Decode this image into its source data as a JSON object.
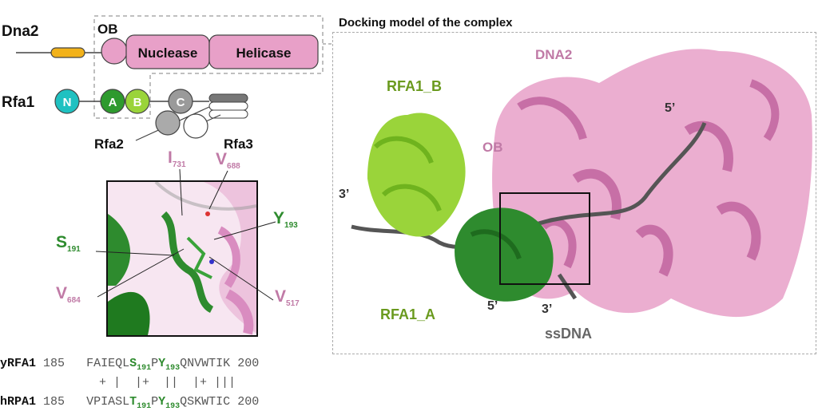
{
  "domain_title": "Docking model of the complex",
  "diagram": {
    "dna2_label": "Dna2",
    "ob_label": "OB",
    "nuclease_label": "Nuclease",
    "helicase_label": "Helicase",
    "rfa1_label": "Rfa1",
    "rfa1_domains": [
      "N",
      "A",
      "B",
      "C"
    ],
    "rfa2_label": "Rfa2",
    "rfa3_label": "Rfa3"
  },
  "inset": {
    "residues": [
      {
        "name": "I",
        "num": "731"
      },
      {
        "name": "V",
        "num": "688"
      },
      {
        "name": "Y",
        "num": "193"
      },
      {
        "name": "S",
        "num": "191"
      },
      {
        "name": "V",
        "num": "684"
      },
      {
        "name": "V",
        "num": "517"
      }
    ]
  },
  "structure": {
    "dna2_label": "DNA2",
    "rfa1b_label": "RFA1_B",
    "rfa1a_label": "RFA1_A",
    "ob_label": "OB",
    "ssdna_label": "ssDNA",
    "five_prime": "5’",
    "three_prime": "3’"
  },
  "alignment": {
    "rows": [
      {
        "name": "yRFA1",
        "start": "185",
        "pre": "FAIEQL",
        "s1": "S",
        "s1num": "191",
        "mid": "P",
        "s2": "Y",
        "s2num": "193",
        "post": "QNVWTIK",
        "end": "200"
      },
      {
        "match": "+ |  |+  ||  |+ |||"
      },
      {
        "name": "hRPA1",
        "start": "185",
        "pre": "VPIASL",
        "s1": "T",
        "s1num": "191",
        "mid": "P",
        "s2": "Y",
        "s2num": "193",
        "post": "QSKWTIC",
        "end": "200"
      }
    ]
  },
  "colors": {
    "dna2_pink": "#e8a0c8",
    "rfa_green_dark": "#2e8b2e",
    "rfa_green_light": "#9ad43a",
    "teal": "#1fc1c1",
    "ssdna_grey": "#555555"
  }
}
